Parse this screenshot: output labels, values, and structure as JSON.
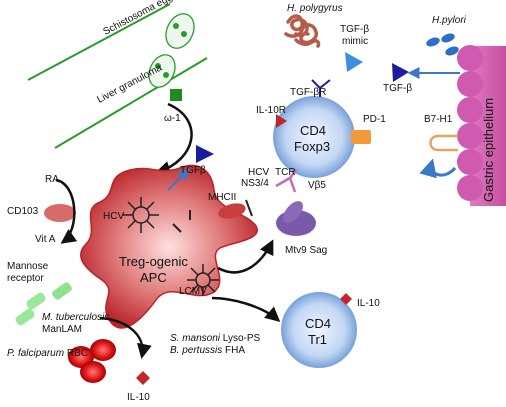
{
  "labels": {
    "schistosoma_eggs": "Schistosoma eggs",
    "liver_granuloma": "Liver granuloma",
    "omega1": "ω-1",
    "h_polygyrus": "H. polygyrus",
    "tgfb_mimic_line1": "TGF-β",
    "tgfb_mimic_line2": "mimic",
    "h_pylori": "H.pylori",
    "tgfb_right": "TGF-β",
    "gastric_epithelium": "Gastric epithelium",
    "b7h1": "B7-H1",
    "tgfbr": "TGF-βR",
    "il10r": "IL-10R",
    "cd4_foxp3_line1": "CD4",
    "cd4_foxp3_line2": "Foxp3",
    "pd1": "PD-1",
    "hcv_ns34_line1": "HCV",
    "hcv_ns34_line2": "NS3/4",
    "tcr": "TCR",
    "vb5": "Vβ5",
    "mtv9_sag": "Mtv9 Sag",
    "ra": "RA",
    "cd103": "CD103",
    "vita": "Vit A",
    "tgfb_apc": "TGFβ",
    "mhcii": "MHCII",
    "hcv_apc": "HCV",
    "apc_line1": "Treg-ogenic",
    "apc_line2": "APC",
    "mannose_line1": "Mannose",
    "mannose_line2": "receptor",
    "m_tb": "M. tuberculosis",
    "manlam": "ManLAM",
    "lcmv": "LCMV",
    "p_falciparum": "P. falciparum",
    "rbc": " RBC",
    "il10_bottom": "IL-10",
    "s_mansoni": "S. mansoni",
    "lyso_ps": " Lyso-PS",
    "b_pertussis": "B. pertussis",
    "fha": " FHA",
    "cd4_tr1_line1": "CD4",
    "cd4_tr1_line2": "Tr1",
    "il10_right": "IL-10"
  },
  "colors": {
    "apc": "#b8242a",
    "tcell": "#a9c6ee",
    "worm_line": "#2a9a2a",
    "tgfb_triangle": "#1c1c9c",
    "tgfb_mimic_triangle": "#3b8fe0",
    "gastric": "#c64ea0",
    "pd1": "#f29a3a",
    "mtv9": "#7a5aa8",
    "b7h1": "#e3a460",
    "arrow_blue": "#3a78c8",
    "rbc": "#cc1111",
    "mannose": "#8fe08f"
  }
}
